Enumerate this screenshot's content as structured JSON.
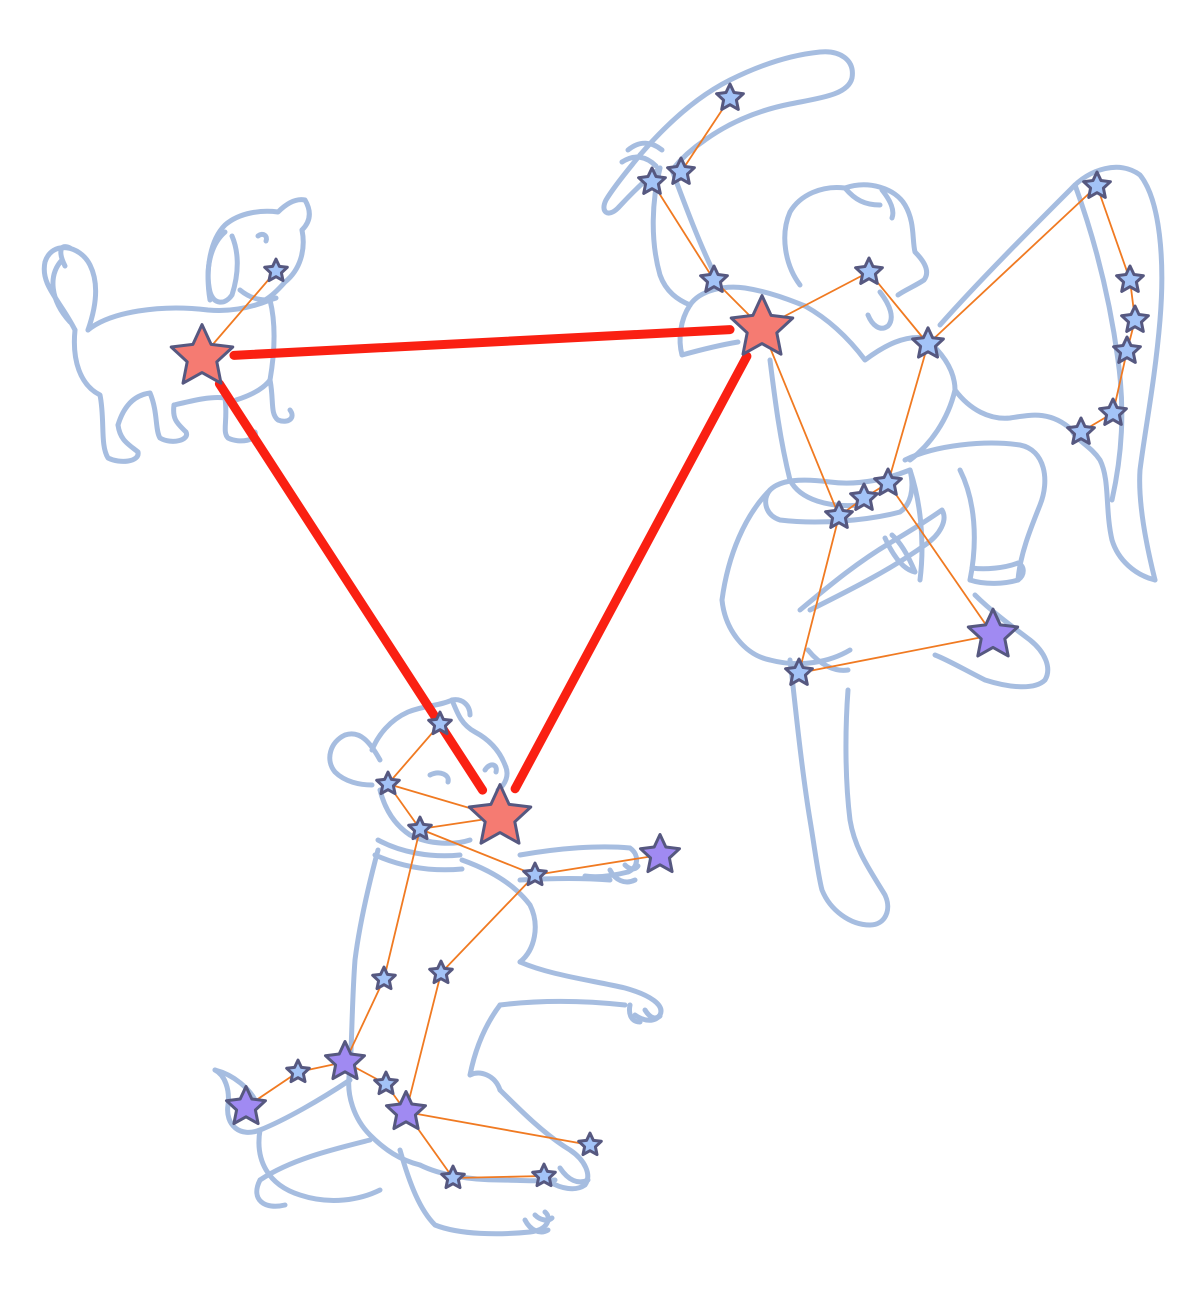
{
  "colors": {
    "outline": "#a6bde0",
    "connector": "#f07a22",
    "triangle": "#fa2012",
    "star_stroke": "#565880",
    "star_small": "#a3c3f7",
    "star_medium": "#a08af2",
    "star_bright": "#f57b72"
  },
  "figures": [
    {
      "name": "small-dog-figure",
      "icon": "dog-outline"
    },
    {
      "name": "hunter-figure",
      "icon": "hunter-outline"
    },
    {
      "name": "big-dog-figure",
      "icon": "dog-outline"
    }
  ],
  "triangle_icon": "winter-triangle",
  "star_icon": "five-point-star"
}
